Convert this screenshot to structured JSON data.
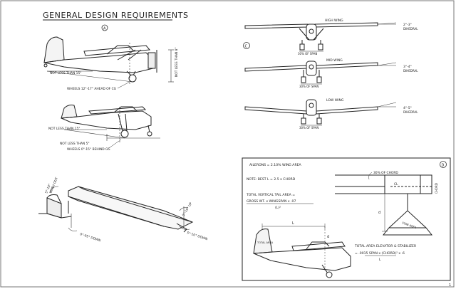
{
  "sheet": {
    "title": "GENERAL DESIGN REQUIREMENTS",
    "page_mark": "1"
  },
  "fig_a": {
    "circle_label": "A",
    "note_angle_top": "NOT LESS THAN 15°",
    "note_vertical": "NOT LESS THAN 8\"",
    "note_wheels": "WHEELS 12°-17° AHEAD OF CG"
  },
  "fig_b": {
    "note_angle": "NOT LESS THAN 15°",
    "note_height": "NOT LESS THAN 5\"",
    "note_wheels": "WHEELS 0°-15° BEHIND CG"
  },
  "fig_iso": {
    "angle_left": "5°-10°",
    "angle_left_sub": "WASH OUT",
    "angle_right": "5°-10° UP",
    "down_left": "0°-05° DOWN",
    "down_right": "5°-10° DOWN"
  },
  "fig_c": {
    "circle_label": "C",
    "high_wing": "HIGH WING",
    "mid_wing": "MID WING",
    "low_wing": "LOW WING",
    "high_dihedral": "2°-3°",
    "mid_dihedral": "3°-4°",
    "low_dihedral": "4°-5°",
    "dihedral_word": "DIHEDRAL",
    "gear_high": "30% OF SPAN",
    "gear_mid": "30% OF SPAN",
    "gear_low": "30% OF SPAN"
  },
  "fig_d": {
    "circle_label": "D",
    "ailerons": "AILERONS = 2.10% WING AREA",
    "note": "NOTE: BEST L = 2.5 x CHORD",
    "tail_area_1": "TOTAL VERTICAL TAIL AREA =",
    "tail_area_2": "GROSS WT. x WINGSPAN x .07",
    "tail_area_den": "(L)²",
    "chord_note": "30% OF CHORD",
    "label_l": "L",
    "label_d": "d",
    "label_cl": "CL",
    "label_chord": "CHORD",
    "total_area": "TOTAL AREA",
    "stab_area": "STAB AREA",
    "elev_1": "TOTAL AREA ELEVATOR & STABILIZER",
    "elev_2": "= .0015 SPAN x (CHORD)² x .6",
    "elev_den": "L"
  }
}
